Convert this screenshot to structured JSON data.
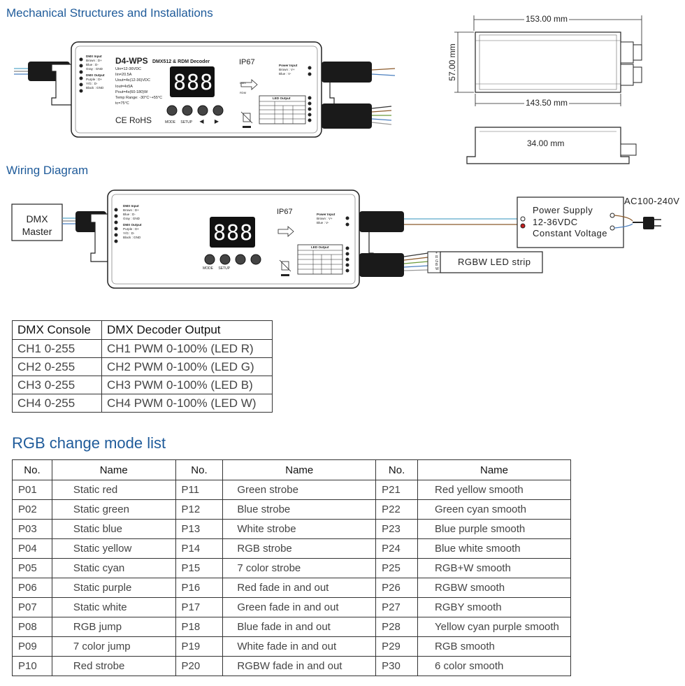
{
  "sections": {
    "mechanical_title": "Mechanical Structures and Installations",
    "wiring_title": "Wiring Diagram",
    "mode_list_title": "RGB change mode list"
  },
  "device": {
    "model": "D4-WPS",
    "subtitle": "DMX512 & RDM Decoder",
    "ip_rating": "IP67",
    "specs": [
      "Uin=12-36VDC",
      "Iin=20.5A",
      "Uout=4x(12-36)VDC",
      "Iout=4x5A",
      "Pout=4x(60-180)W",
      "Temp Range: -30°C~+55°C",
      "tc=75°C"
    ],
    "display": "888",
    "buttons": [
      "MODE",
      "SETUP",
      "◀",
      "▶"
    ],
    "certs": "CE RoHS",
    "dmx_input": {
      "title": "DMX Input",
      "rows": [
        "Brown : D+",
        "Blue   : D-",
        "Gray   : GND"
      ]
    },
    "dmx_output": {
      "title": "DMX Output",
      "rows": [
        "Purple : D+",
        "Y/G    : D-",
        "Black  : GND"
      ]
    },
    "power_input": {
      "title": "Power Input",
      "rows": [
        "Brown : V+",
        "Blue   : V-"
      ]
    },
    "led_output": {
      "title": "LED Output",
      "rows": [
        [
          "Black",
          "",
          "",
          "V+"
        ],
        [
          "Brown",
          "1",
          "R",
          "WW"
        ],
        [
          "Y/G",
          "2",
          "G",
          "CW"
        ],
        [
          "Blue",
          "3",
          "B",
          "WW"
        ],
        [
          "Gray",
          "4",
          "W",
          "CW"
        ]
      ]
    },
    "dmx_arrow_labels": [
      "DMX",
      "RDM"
    ]
  },
  "dimensions": {
    "length_total": "153.00 mm",
    "height": "57.00 mm",
    "length_body": "143.50 mm",
    "depth": "34.00 mm"
  },
  "wiring": {
    "dmx_master": [
      "DMX",
      "Master"
    ],
    "power_supply": [
      "Power Supply",
      "12-36VDC",
      "Constant Voltage"
    ],
    "ac_label": "AC100-240V",
    "led_strip": "RGBW LED strip",
    "strip_pins": [
      "+",
      "R",
      "G",
      "B",
      "W"
    ]
  },
  "dmx_table": {
    "headers": [
      "DMX Console",
      "DMX Decoder Output"
    ],
    "rows": [
      [
        "CH1 0-255",
        "CH1 PWM 0-100% (LED R)"
      ],
      [
        "CH2 0-255",
        "CH2 PWM 0-100% (LED G)"
      ],
      [
        "CH3 0-255",
        "CH3 PWM 0-100% (LED B)"
      ],
      [
        "CH4 0-255",
        "CH4 PWM 0-100% (LED W)"
      ]
    ]
  },
  "mode_table": {
    "headers": [
      "No.",
      "Name",
      "No.",
      "Name",
      "No.",
      "Name"
    ],
    "rows": [
      [
        "P01",
        "Static red",
        "P11",
        "Green strobe",
        "P21",
        "Red yellow smooth"
      ],
      [
        "P02",
        "Static green",
        "P12",
        "Blue strobe",
        "P22",
        "Green cyan smooth"
      ],
      [
        "P03",
        "Static blue",
        "P13",
        "White strobe",
        "P23",
        "Blue purple smooth"
      ],
      [
        "P04",
        "Static yellow",
        "P14",
        "RGB strobe",
        "P24",
        "Blue white smooth"
      ],
      [
        "P05",
        "Static cyan",
        "P15",
        "7 color strobe",
        "P25",
        "RGB+W smooth"
      ],
      [
        "P06",
        "Static purple",
        "P16",
        "Red fade in and out",
        "P26",
        "RGBW smooth"
      ],
      [
        "P07",
        "Static white",
        "P17",
        "Green fade in and out",
        "P27",
        "RGBY smooth"
      ],
      [
        "P08",
        "RGB jump",
        "P18",
        "Blue fade in and out",
        "P28",
        "Yellow cyan purple smooth"
      ],
      [
        "P09",
        "7 color jump",
        "P19",
        "White fade in and out",
        "P29",
        "RGB smooth"
      ],
      [
        "P10",
        "Red strobe",
        "P20",
        "RGBW fade in and out",
        "P30",
        "6 color smooth"
      ]
    ]
  }
}
